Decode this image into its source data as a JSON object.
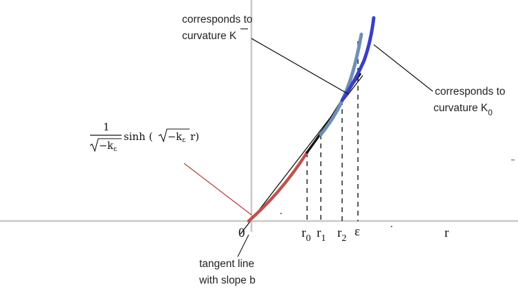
{
  "labels": {
    "kbar_line1": "corresponds to",
    "kbar_line2": "curvature ",
    "kbar_symbol": "K",
    "k0_line1": "corresponds to",
    "k0_line2": "curvature K",
    "k0_sub": "0",
    "tangent_line1": "tangent line",
    "tangent_line2": "with slope b",
    "formula_numerator": "1",
    "formula_denominator": "−k",
    "formula_denominator_sub": "ε",
    "formula_sinh": "sinh (",
    "formula_inner": "−k",
    "formula_inner_sub": "ε",
    "formula_tail": " r)"
  },
  "axis_ticks": {
    "origin": "0",
    "r0": "r",
    "r0_sub": "0",
    "r1": "r",
    "r1_sub": "1",
    "r2": "r",
    "r2_sub": "2",
    "epsilon": "ε",
    "axis_label": "r"
  },
  "colors": {
    "axes": "#c8c8c8",
    "red_curve": "#c0504d",
    "black_curve": "#111111",
    "steel_curve": "#6f8fb6",
    "blue_curve": "#3a3fc8",
    "leader_red": "#b03a36",
    "leader_dark": "#1a1a1a"
  }
}
